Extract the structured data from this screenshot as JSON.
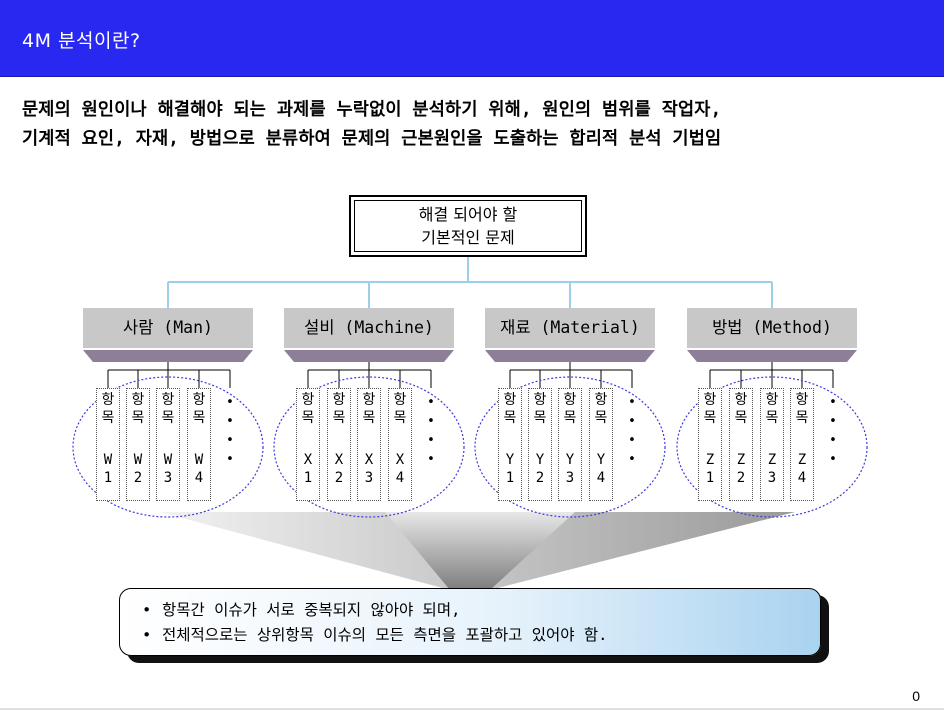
{
  "title": "4M 분석이란?",
  "description": [
    "문제의 원인이나 해결해야 되는 과제를 누락없이 분석하기 위해, 원인의 범위를 작업자,",
    "기계적 요인, 자재, 방법으로 분류하여 문제의 근본원인을 도출하는 합리적 분석 기법임"
  ],
  "root": {
    "line1": "해결 되어야 할",
    "line2": "기본적인 문제"
  },
  "categories": [
    {
      "label": "사람 (Man)",
      "items": [
        {
          "top": [
            "항",
            "목"
          ],
          "bot": [
            "W",
            "1"
          ]
        },
        {
          "top": [
            "항",
            "목"
          ],
          "bot": [
            "W",
            "2"
          ]
        },
        {
          "top": [
            "항",
            "목"
          ],
          "bot": [
            "W",
            "3"
          ]
        },
        {
          "top": [
            "항",
            "목"
          ],
          "bot": [
            "W",
            "4"
          ]
        }
      ]
    },
    {
      "label": "설비 (Machine)",
      "items": [
        {
          "top": [
            "항",
            "목"
          ],
          "bot": [
            "X",
            "1"
          ]
        },
        {
          "top": [
            "항",
            "목"
          ],
          "bot": [
            "X",
            "2"
          ]
        },
        {
          "top": [
            "항",
            "목"
          ],
          "bot": [
            "X",
            "3"
          ]
        },
        {
          "top": [
            "항",
            "목"
          ],
          "bot": [
            "X",
            "4"
          ]
        }
      ]
    },
    {
      "label": "재료 (Material)",
      "items": [
        {
          "top": [
            "항",
            "목"
          ],
          "bot": [
            "Y",
            "1"
          ]
        },
        {
          "top": [
            "항",
            "목"
          ],
          "bot": [
            "Y",
            "2"
          ]
        },
        {
          "top": [
            "항",
            "목"
          ],
          "bot": [
            "Y",
            "3"
          ]
        },
        {
          "top": [
            "항",
            "목"
          ],
          "bot": [
            "Y",
            "4"
          ]
        }
      ]
    },
    {
      "label": "방법 (Method)",
      "items": [
        {
          "top": [
            "항",
            "목"
          ],
          "bot": [
            "Z",
            "1"
          ]
        },
        {
          "top": [
            "항",
            "목"
          ],
          "bot": [
            "Z",
            "2"
          ]
        },
        {
          "top": [
            "항",
            "목"
          ],
          "bot": [
            "Z",
            "3"
          ]
        },
        {
          "top": [
            "항",
            "목"
          ],
          "bot": [
            "Z",
            "4"
          ]
        }
      ]
    }
  ],
  "ellipsis": [
    "•",
    "•",
    "•",
    "•"
  ],
  "callout": {
    "bullet": "•",
    "lines": [
      "항목간 이슈가 서로 중복되지 않아야 되며,",
      "전체적으로는 상위항목 이슈의 모든 측면을 포괄하고 있어야 함."
    ]
  },
  "page_number": "0",
  "colors": {
    "title_bar": "#2828f0",
    "connector": "#9ccfe8",
    "category_box": "#c8c8c8",
    "category_shadow": "#8e7f99",
    "ellipse": "#3b3bdc"
  }
}
